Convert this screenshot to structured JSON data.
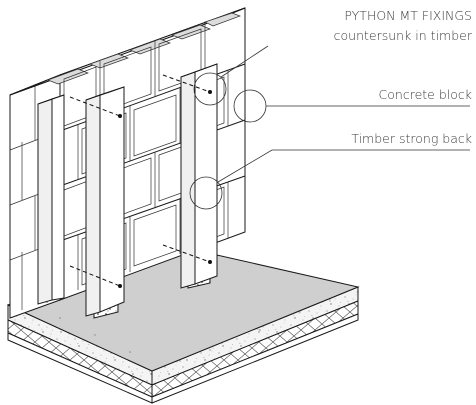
{
  "labels": {
    "fixings_line1": "PYTHON MT FIXINGS",
    "fixings_line2": "countersunk in timber",
    "block": "Concrete block",
    "strongback": "Timber strong back"
  }
}
